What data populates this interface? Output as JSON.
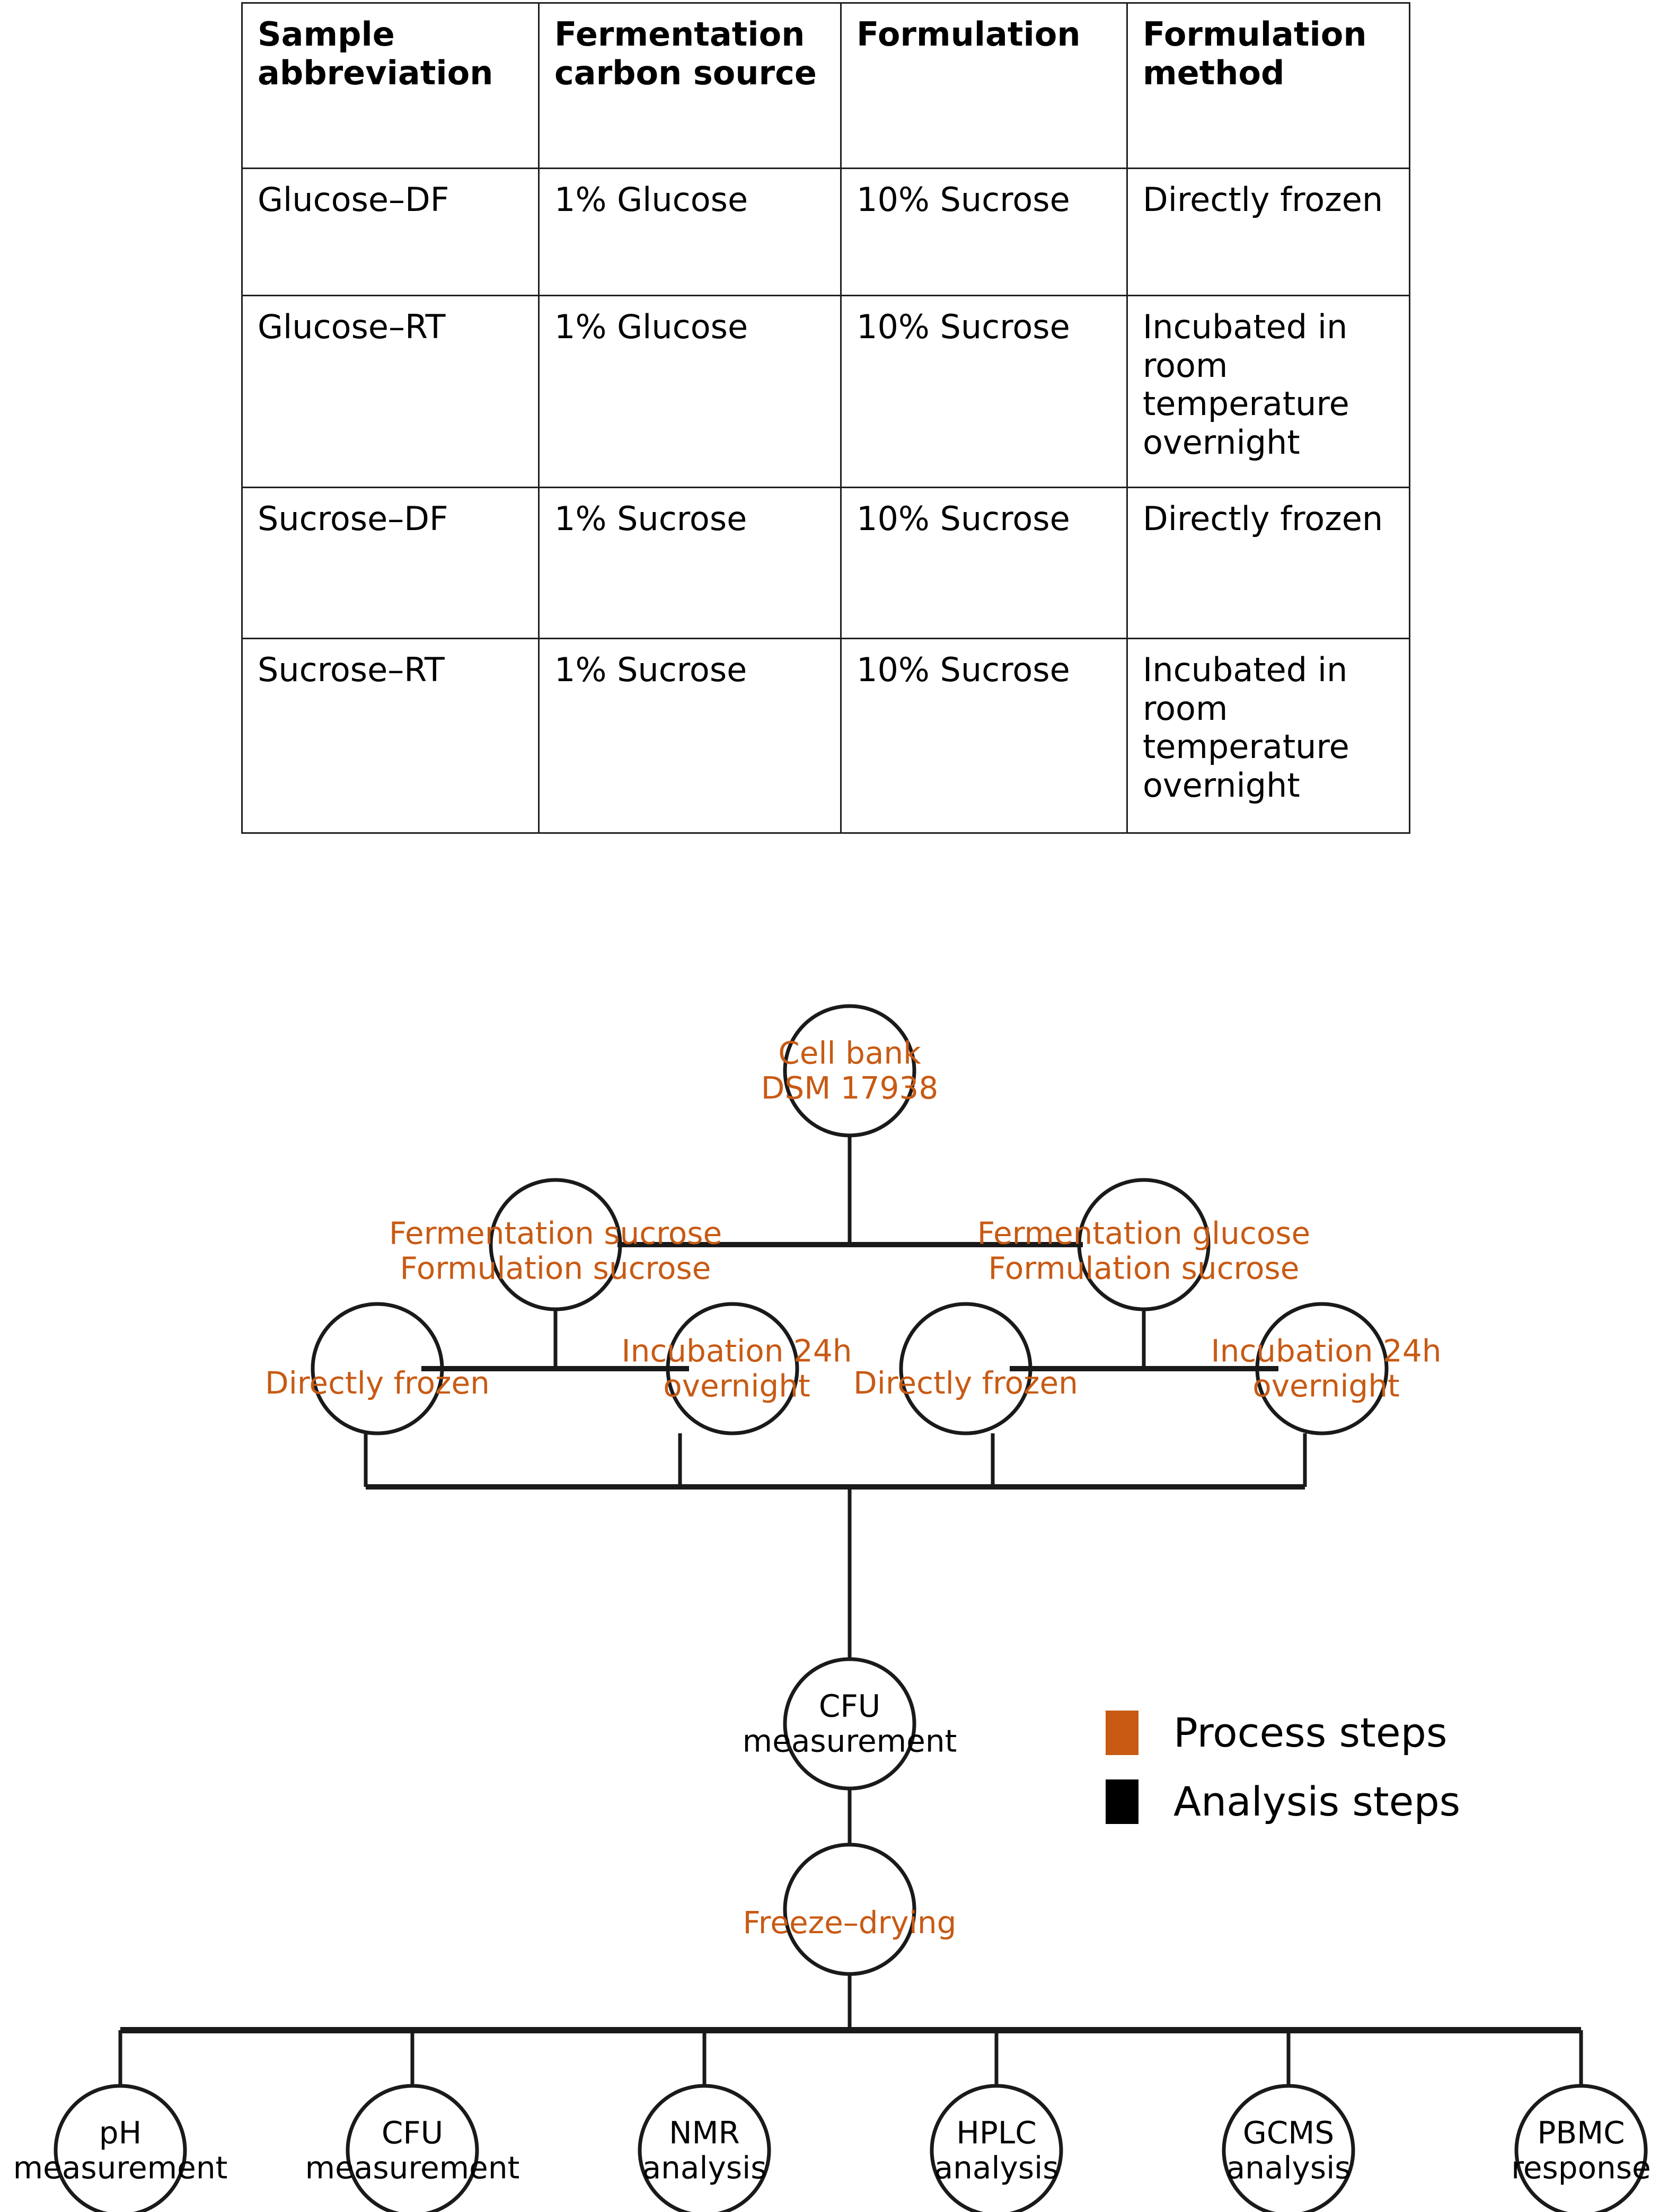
{
  "table": {
    "headers": [
      "Sample abbreviation",
      "Fermentation carbon source",
      "Formulation",
      "Formulation method"
    ],
    "rows": [
      {
        "abbreviation": "Glucose–DF",
        "carbon_source": "1% Glucose",
        "formulation": "10% Sucrose",
        "method": "Directly frozen"
      },
      {
        "abbreviation": "Glucose–RT",
        "carbon_source": "1% Glucose",
        "formulation": "10% Sucrose",
        "method": "Incubated in room temperature overnight"
      },
      {
        "abbreviation": "Sucrose–DF",
        "carbon_source": "1% Sucrose",
        "formulation": "10% Sucrose",
        "method": "Directly frozen"
      },
      {
        "abbreviation": "Sucrose–RT",
        "carbon_source": "1% Sucrose",
        "formulation": "10% Sucrose",
        "method": "Incubated in room temperature overnight"
      }
    ]
  },
  "flowchart": {
    "root": {
      "line1": "Cell bank",
      "line2": "DSM  17938"
    },
    "branch_left": {
      "line1": "Fermentation sucrose",
      "line2": "Formulation sucrose"
    },
    "branch_right": {
      "line1": "Fermentation glucose",
      "line2": "Formulation sucrose"
    },
    "leaf_l1": {
      "line1": "Directly frozen",
      "line2": ""
    },
    "leaf_l2": {
      "line1": "Incubation 24h",
      "line2": "overnight"
    },
    "leaf_r1": {
      "line1": "Directly frozen",
      "line2": ""
    },
    "leaf_r2": {
      "line1": "Incubation 24h",
      "line2": "overnight"
    },
    "cfu": {
      "line1": "CFU",
      "line2": "measurement"
    },
    "freeze": {
      "line1": "Freeze–drying",
      "line2": ""
    },
    "analyses": [
      {
        "line1": "pH",
        "line2": "measurement"
      },
      {
        "line1": "CFU",
        "line2": "measurement"
      },
      {
        "line1": "NMR",
        "line2": "analysis"
      },
      {
        "line1": "HPLC",
        "line2": "analysis"
      },
      {
        "line1": "GCMS",
        "line2": "analysis"
      },
      {
        "line1": "PBMC",
        "line2": "response"
      }
    ]
  },
  "legend": {
    "process_label": "Process steps",
    "analysis_label": "Analysis  steps",
    "process_color": "#C85A14",
    "analysis_color": "#000000"
  }
}
